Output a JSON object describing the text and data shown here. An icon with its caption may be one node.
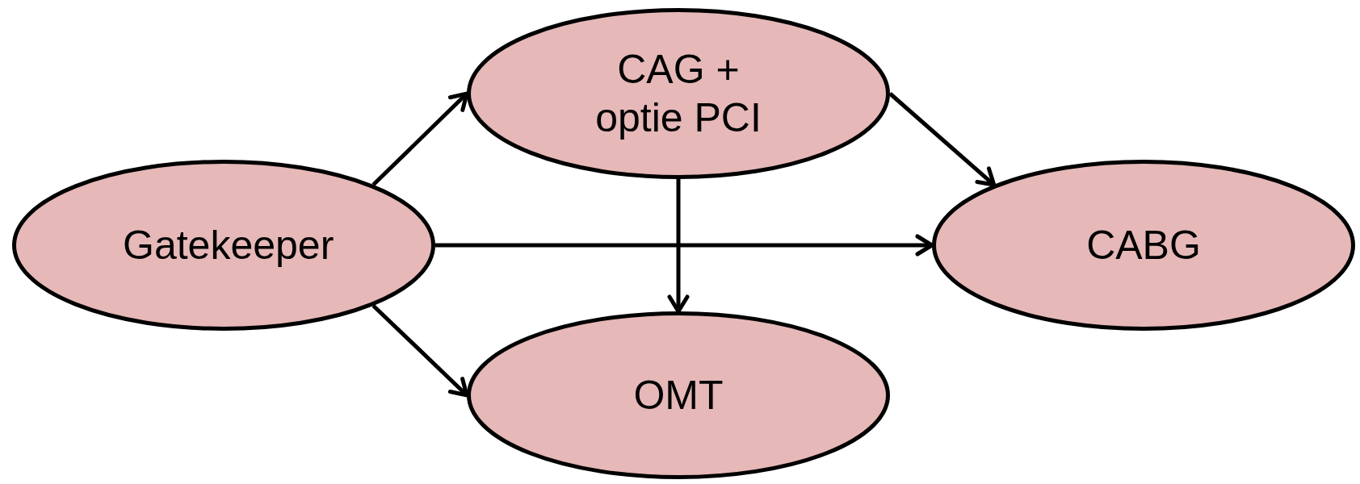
{
  "diagram": {
    "nodes": [
      {
        "text": [
          "Gatekeeper"
        ]
      },
      {
        "text": [
          "CAG + optie PCI"
        ]
      },
      {
        "text": [
          "CABG"
        ]
      },
      {
        "text": [
          "OMT"
        ]
      }
    ],
    "edges": [
      {
        "from": 0,
        "to": 1,
        "arrow": "to"
      },
      {
        "from": 0,
        "to": 2,
        "arrow": "to"
      },
      {
        "from": 0,
        "to": 3,
        "arrow": "to"
      },
      {
        "from": 1,
        "to": 2,
        "arrow": "to"
      },
      {
        "from": 1,
        "to": 3,
        "arrow": "to"
      }
    ]
  }
}
